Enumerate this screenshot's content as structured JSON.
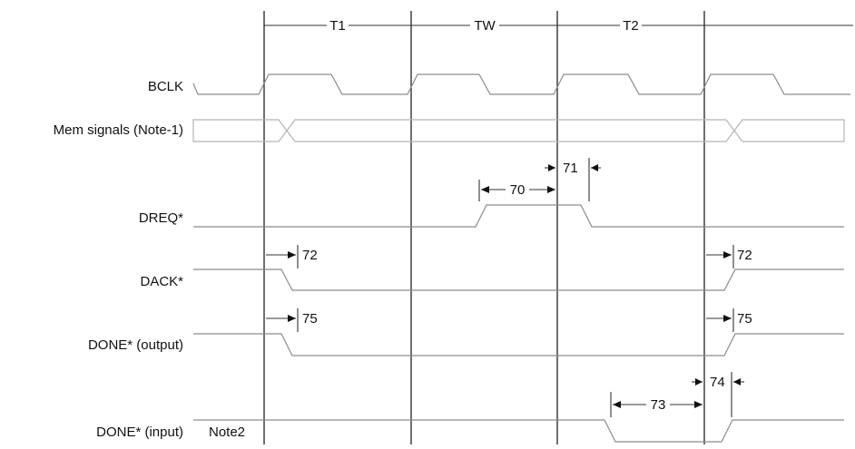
{
  "cycles": [
    {
      "id": "t1",
      "label": "T1"
    },
    {
      "id": "tw",
      "label": "TW"
    },
    {
      "id": "t2",
      "label": "T2"
    }
  ],
  "signals": [
    {
      "id": "bclk",
      "label": "BCLK"
    },
    {
      "id": "mem",
      "label": "Mem signals (Note-1)"
    },
    {
      "id": "dreq",
      "label": "DREQ*"
    },
    {
      "id": "dack",
      "label": "DACK*"
    },
    {
      "id": "done-out",
      "label": "DONE*  (output)"
    },
    {
      "id": "done-in",
      "label": "DONE*  (input)"
    }
  ],
  "notes": {
    "note2": "Note2"
  },
  "timing_params": [
    {
      "id": "p70",
      "label": "70"
    },
    {
      "id": "p71",
      "label": "71"
    },
    {
      "id": "p72a",
      "label": "72"
    },
    {
      "id": "p72b",
      "label": "72"
    },
    {
      "id": "p75a",
      "label": "75"
    },
    {
      "id": "p75b",
      "label": "75"
    },
    {
      "id": "p73",
      "label": "73"
    },
    {
      "id": "p74",
      "label": "74"
    }
  ]
}
